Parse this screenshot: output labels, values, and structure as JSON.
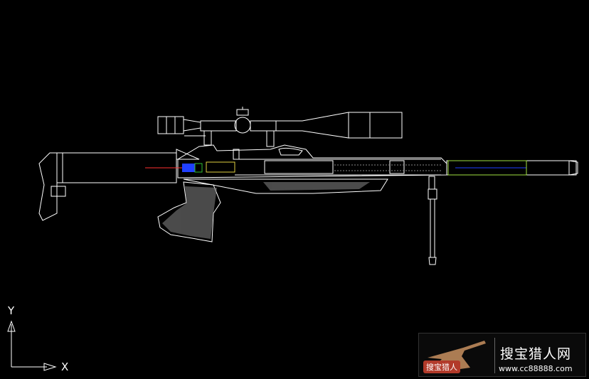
{
  "ucs": {
    "y_label": "Y",
    "x_label": "X"
  },
  "watermark": {
    "badge_text": "搜宝猎人",
    "site_name": "搜宝猎人网",
    "url": "www.cc88888.com"
  },
  "colors": {
    "background": "#000000",
    "line": "#ffffff",
    "blue": "#2040ff",
    "green": "#30c030",
    "yellow": "#e0d040",
    "red": "#ff3030",
    "lime": "#a0e040"
  },
  "icons": [
    "ucs-axis-icon",
    "hunter-logo-icon"
  ]
}
